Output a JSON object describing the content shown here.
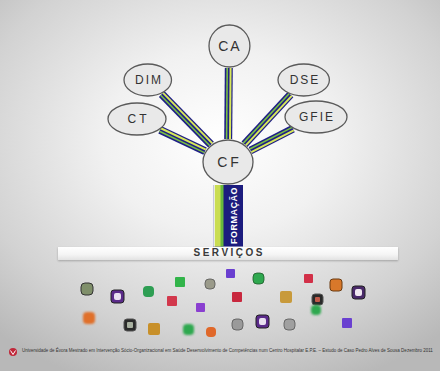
{
  "diagram": {
    "nodes": [
      {
        "text": [
          "CA"
        ]
      },
      {
        "text": [
          "DIM"
        ]
      },
      {
        "text": [
          "DSE"
        ]
      },
      {
        "text": [
          "CT"
        ]
      },
      {
        "text": [
          "CF"
        ]
      },
      {
        "text": [
          "GFIE"
        ]
      },
      {
        "text": [
          "SERVIÇOS"
        ]
      }
    ],
    "edges": [
      {
        "from": 4,
        "to": 0,
        "arrow": "none"
      },
      {
        "from": 4,
        "to": 1,
        "arrow": "none"
      },
      {
        "from": 4,
        "to": 2,
        "arrow": "none"
      },
      {
        "from": 4,
        "to": 3,
        "arrow": "none"
      },
      {
        "from": 4,
        "to": 5,
        "arrow": "none"
      },
      {
        "from": 4,
        "to": 6,
        "arrow": "none",
        "label": "FORMAÇÃO"
      }
    ],
    "labels": [
      "Universidade de Évora Mestrado em Intervenção Sócio-Organizacional em Saúde Desenvolvimento de Competências num Centro Hospitalar E.P.E. – Estudo de Caso Pedro Alves de Sousa Dezembro 2011"
    ]
  }
}
